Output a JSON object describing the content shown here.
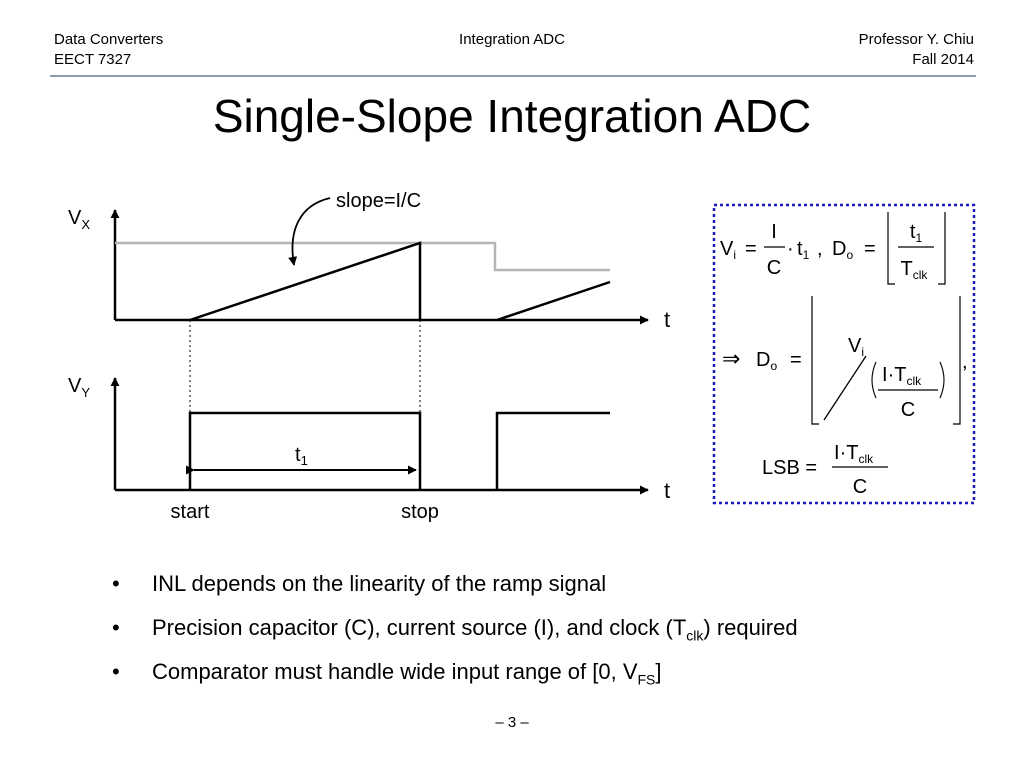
{
  "header": {
    "left_line1": "Data Converters",
    "left_line2": "EECT 7327",
    "center": "Integration ADC",
    "right_line1": "Professor Y. Chiu",
    "right_line2": "Fall 2014"
  },
  "title": "Single-Slope Integration ADC",
  "diagram": {
    "vx_label": "V",
    "vx_sub": "X",
    "vy_label": "V",
    "vy_sub": "Y",
    "t_axis_label": "t",
    "slope_label": "slope=I/C",
    "t1_label": "t",
    "t1_sub": "1",
    "start_label": "start",
    "stop_label": "stop"
  },
  "equations": {
    "eq1": {
      "vi": "V",
      "vi_sub": "i",
      "eq": "=",
      "frac_num": "I",
      "frac_den": "C",
      "dot": "·",
      "t1": "t",
      "t1_sub": "1",
      "comma": ",",
      "do": "D",
      "do_sub": "o",
      "eq2": "=",
      "f2_num": "t",
      "f2_num_sub": "1",
      "f2_den": "T",
      "f2_den_sub": "clk"
    },
    "eq2": {
      "implies": "⇒",
      "do": "D",
      "do_sub": "o",
      "eq": "=",
      "num": "V",
      "num_sub": "i",
      "den_i": "I",
      "den_dot": "·",
      "den_t": "T",
      "den_t_sub": "clk",
      "den_c": "C",
      "trail": ","
    },
    "eq3": {
      "lsb": "LSB",
      "eq": "=",
      "num_i": "I",
      "num_dot": "·",
      "num_t": "T",
      "num_t_sub": "clk",
      "den": "C"
    }
  },
  "bullets": [
    {
      "marker": "•",
      "text": "INL depends on the linearity of the ramp signal"
    },
    {
      "marker": "•",
      "pre": "Precision capacitor (C), current source (I), and clock (T",
      "sub": "clk",
      "post": ") required"
    },
    {
      "marker": "•",
      "pre": "Comparator must handle wide input range of [0, V",
      "sub": "FS",
      "post": "]"
    }
  ],
  "page_number": "– 3 –",
  "colors": {
    "header_rule": "#8a9bb0",
    "reference_line": "#b5b5b5",
    "equation_box": "#1a1ab8"
  }
}
